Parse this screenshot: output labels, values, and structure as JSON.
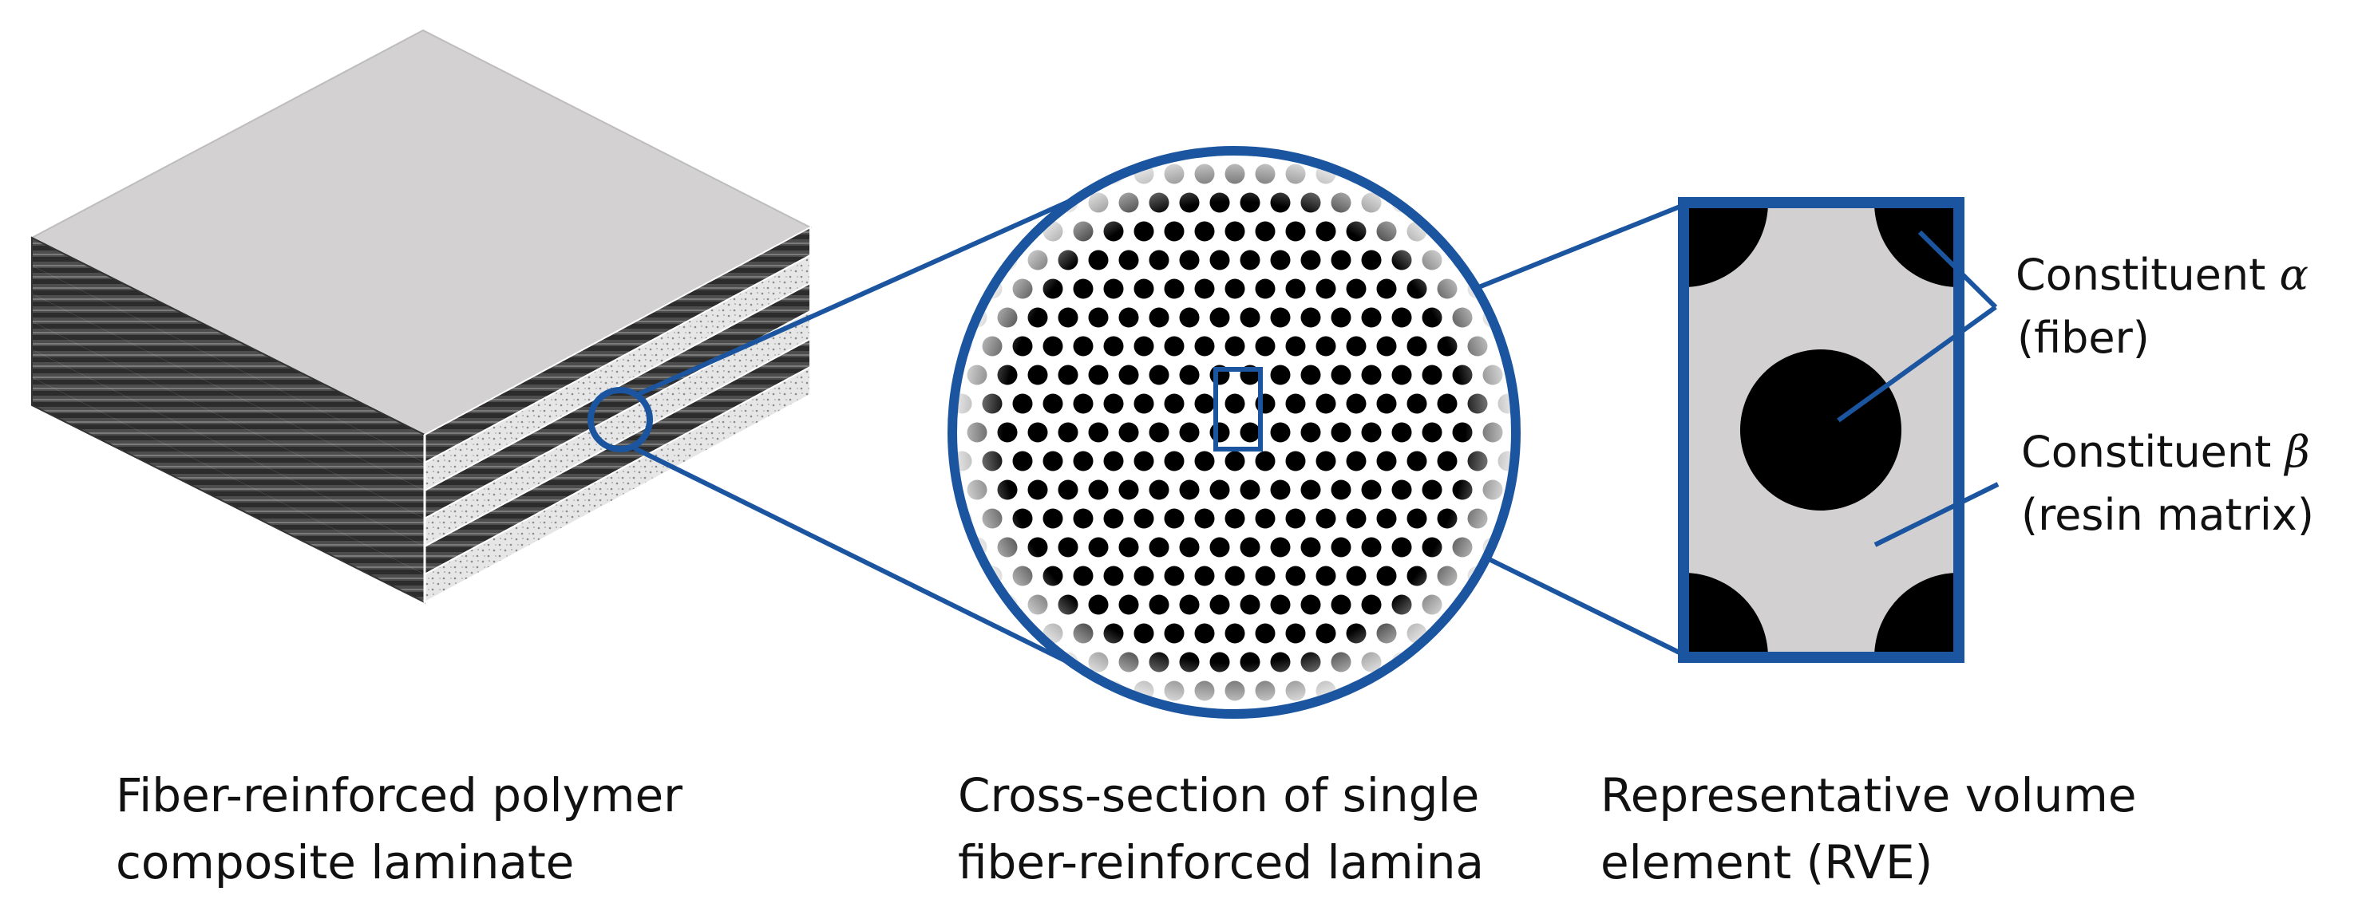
{
  "captions": {
    "laminate": [
      "Fiber-reinforced polymer",
      "composite laminate"
    ],
    "lamina": [
      "Cross-section of single",
      "fiber-reinforced lamina"
    ],
    "rve": [
      "Representative volume",
      "element (RVE)"
    ]
  },
  "labels": {
    "fiber": {
      "name": "Constituent",
      "symbol": "α",
      "detail": "(fiber)"
    },
    "matrix": {
      "name": "Constituent",
      "symbol": "β",
      "detail": "(resin matrix)"
    }
  },
  "colors": {
    "accent": "#1b55a0",
    "matrix_gray": "#d2d0d1",
    "fiber": "#000000"
  }
}
